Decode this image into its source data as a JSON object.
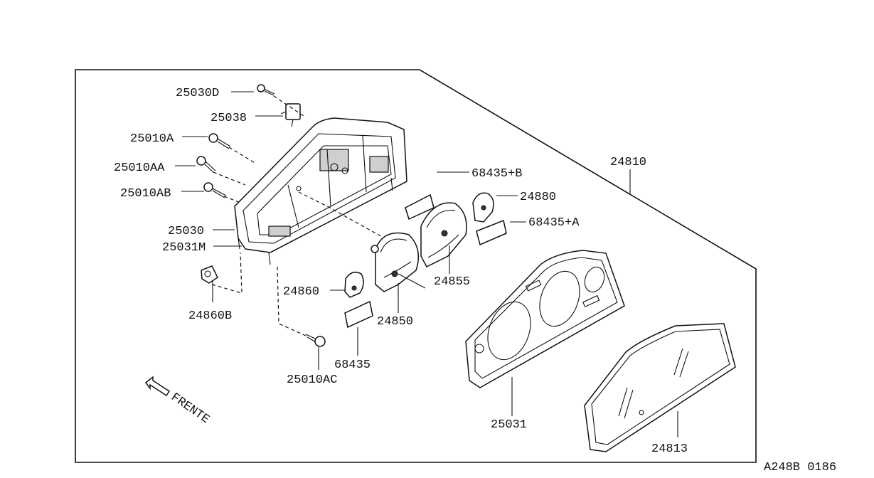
{
  "labels": {
    "p25030D": "25030D",
    "p25038": "25038",
    "p25010A": "25010A",
    "p25010AA": "25010AA",
    "p25010AB": "25010AB",
    "p25030": "25030",
    "p25031M": "25031M",
    "p24860B": "24860B",
    "p24860": "24860",
    "p25010AC": "25010AC",
    "p68435": "68435",
    "p24850": "24850",
    "p24855": "24855",
    "p68435B": "68435+B",
    "p24880": "24880",
    "p68435A": "68435+A",
    "p24810": "24810",
    "p25031": "25031",
    "p24813": "24813",
    "frente": "FRENTE",
    "diagram_code": "A248B 0186"
  }
}
